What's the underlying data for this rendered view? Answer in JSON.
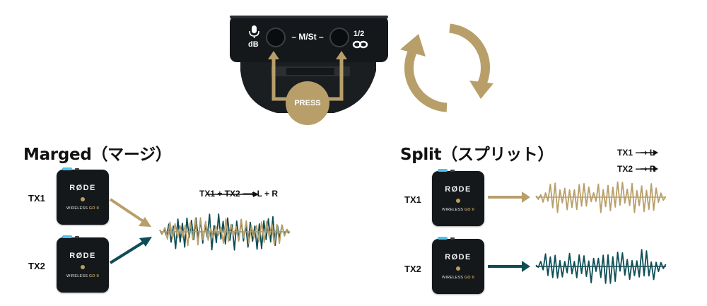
{
  "device": {
    "left_icon_label": "dB",
    "mode_label": "– M/St –",
    "right_icon_label": "1/2",
    "press_label": "PRESS"
  },
  "merged": {
    "title": "Marged（マージ）",
    "route_label": "TX1 + TX2 ⟶ L + R",
    "tx1_label": "TX1",
    "tx2_label": "TX2"
  },
  "split": {
    "title": "Split（スプリット）",
    "route1_label": "TX1 ⟶ L",
    "route2_label": "TX2 ⟶ R",
    "tx1_label": "TX1",
    "tx2_label": "TX2"
  },
  "transmitter": {
    "brand": "RØDE",
    "model": "WIRELESS",
    "model_mark": "GO II"
  },
  "colors": {
    "gold": "#b89f6a",
    "teal": "#0f4d55",
    "device_body": "#15181b"
  }
}
